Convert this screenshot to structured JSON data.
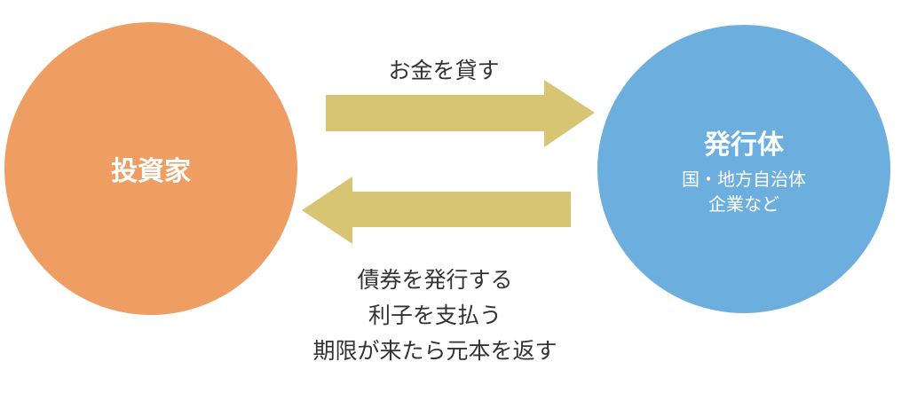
{
  "investor": {
    "label": "投資家"
  },
  "issuer": {
    "label": "発行体",
    "sub": [
      "国・地方自治体",
      "企業など"
    ]
  },
  "top_arrow": {
    "label": "お金を貸す"
  },
  "bottom_arrow": {
    "lines": [
      "債券を発行する",
      "利子を支払う",
      "期限が来たら元本を返す"
    ]
  },
  "colors": {
    "investor": "#EE9E62",
    "issuer": "#6CAFDF",
    "arrow": "#D8C573"
  }
}
